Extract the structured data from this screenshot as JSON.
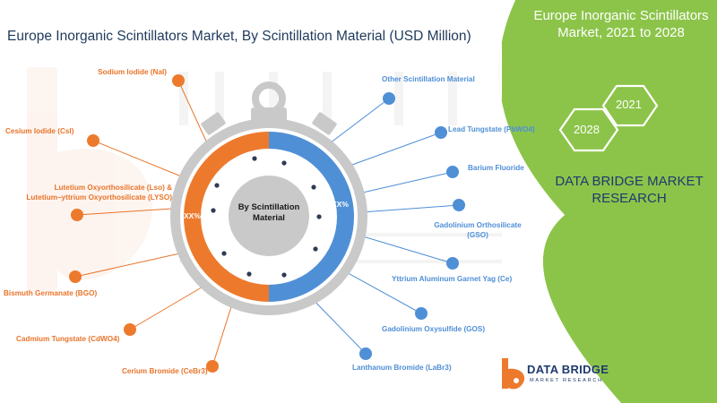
{
  "header": {
    "title": "Europe Inorganic Scintillators Market, By Scintillation Material  (USD Million)"
  },
  "side_panel": {
    "title_line1": "Europe Inorganic Scintillators",
    "title_line2": "Market, 2021 to 2028",
    "year_start": "2021",
    "year_end": "2028",
    "brand_line1": "DATA BRIDGE MARKET",
    "brand_line2": "RESEARCH"
  },
  "logo": {
    "name": "DATA BRIDGE",
    "tagline": "MARKET RESEARCH"
  },
  "diagram": {
    "center_line1": "By Scintillation",
    "center_line2": "Material",
    "left_percent": "XX%",
    "right_percent": "XX%",
    "left_items": [
      "Sodium Iodide (NaI)",
      "Cesium Iodide (CsI)",
      "Lutetium Oxyorthosilicate (Lso) &",
      "Lutetium–yttrium Oxyorthosilicate (LYSO)",
      "Bismuth Germanate (BGO)",
      "Cadmium Tungstate (CdWO4)",
      "Cerium Bromide (CeBr3)"
    ],
    "right_items": [
      "Other Scintillation Material",
      "Lead Tungstate (PbWO4)",
      "Barium Fluoride",
      "Gadolinium Orthosilicate",
      "(GSO)",
      "Yttrium Aluminum Garnet Yag (Ce)",
      "Gadolinium Oxysulfide (GOS)",
      "Lanthanum Bromide (LaBr3)"
    ]
  },
  "colors": {
    "orange": "#ed7a2c",
    "blue": "#4f8fd6",
    "green": "#8cc44a",
    "gray": "#c9c9c9",
    "navy": "#1f3a6e"
  }
}
